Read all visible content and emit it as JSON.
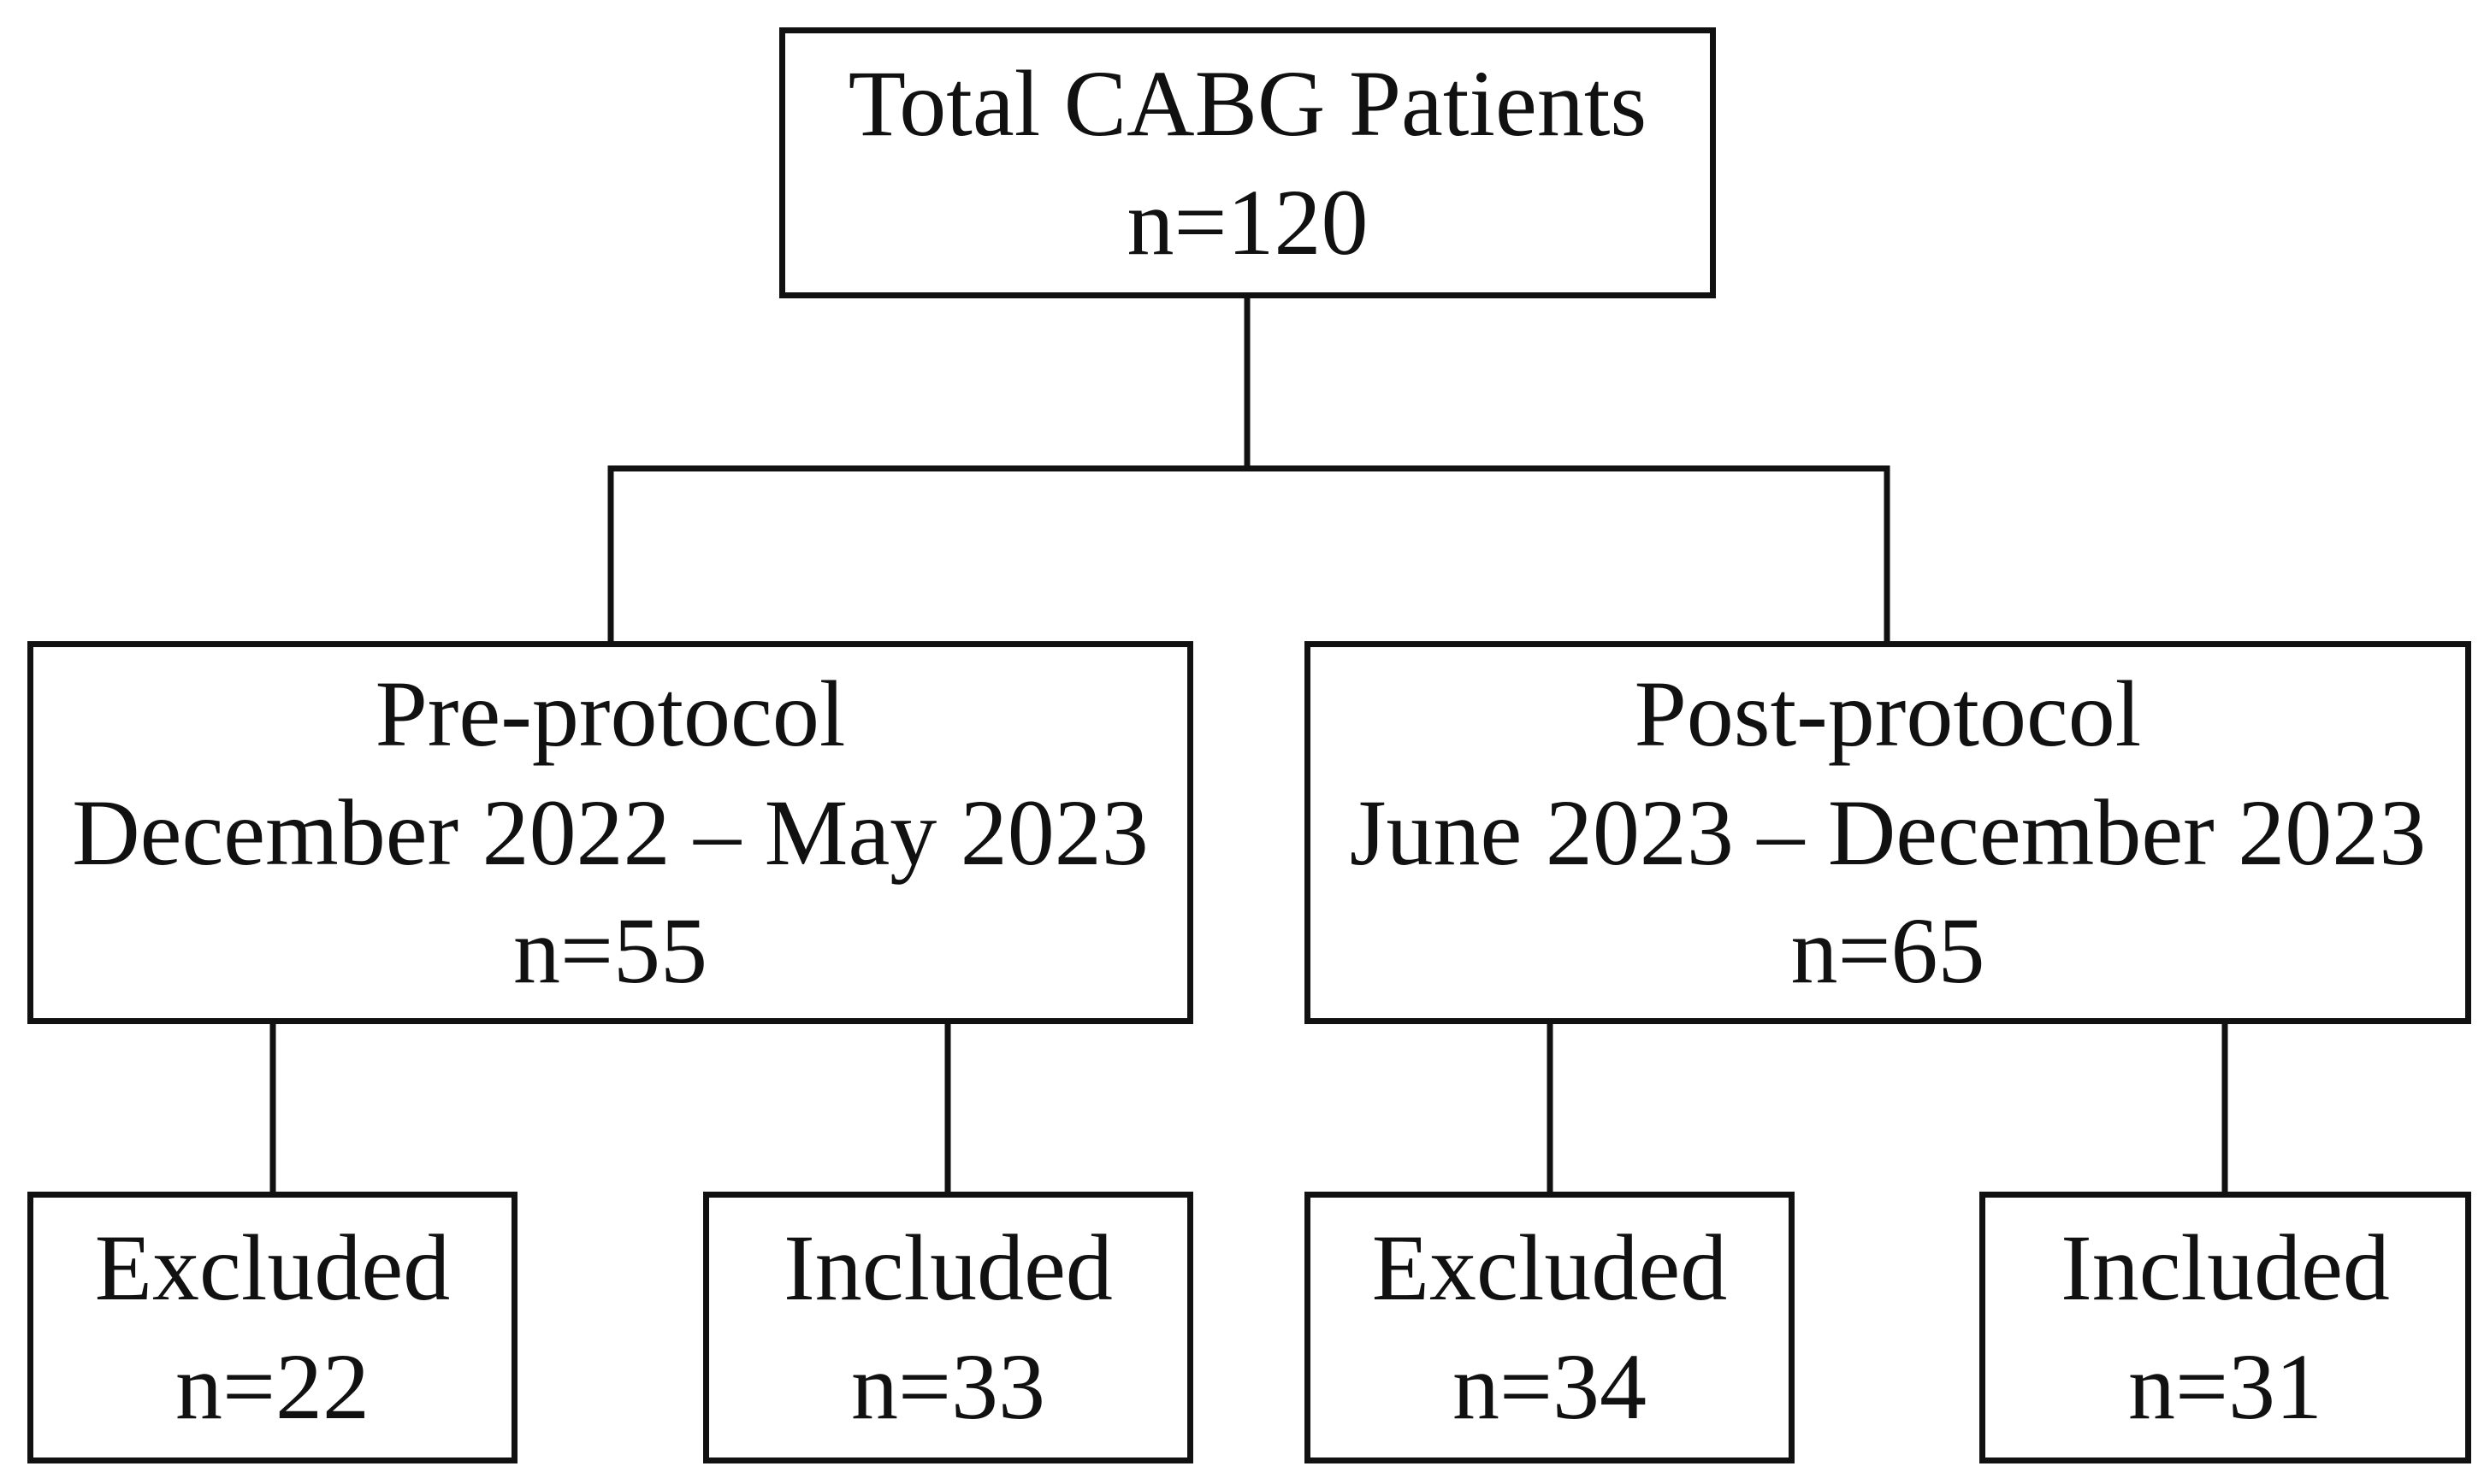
{
  "flowchart": {
    "root": {
      "title": "Total CABG Patients",
      "count": "n=120"
    },
    "groups": [
      {
        "title": "Pre-protocol",
        "period": "December 2022 – May 2023",
        "count": "n=55",
        "excluded": {
          "label": "Excluded",
          "count": "n=22"
        },
        "included": {
          "label": "Included",
          "count": "n=33"
        }
      },
      {
        "title": "Post-protocol",
        "period": "June 2023 – December 2023",
        "count": "n=65",
        "excluded": {
          "label": "Excluded",
          "count": "n=34"
        },
        "included": {
          "label": "Included",
          "count": "n=31"
        }
      }
    ]
  },
  "colors": {
    "stroke": "#111111",
    "background": "#ffffff"
  }
}
